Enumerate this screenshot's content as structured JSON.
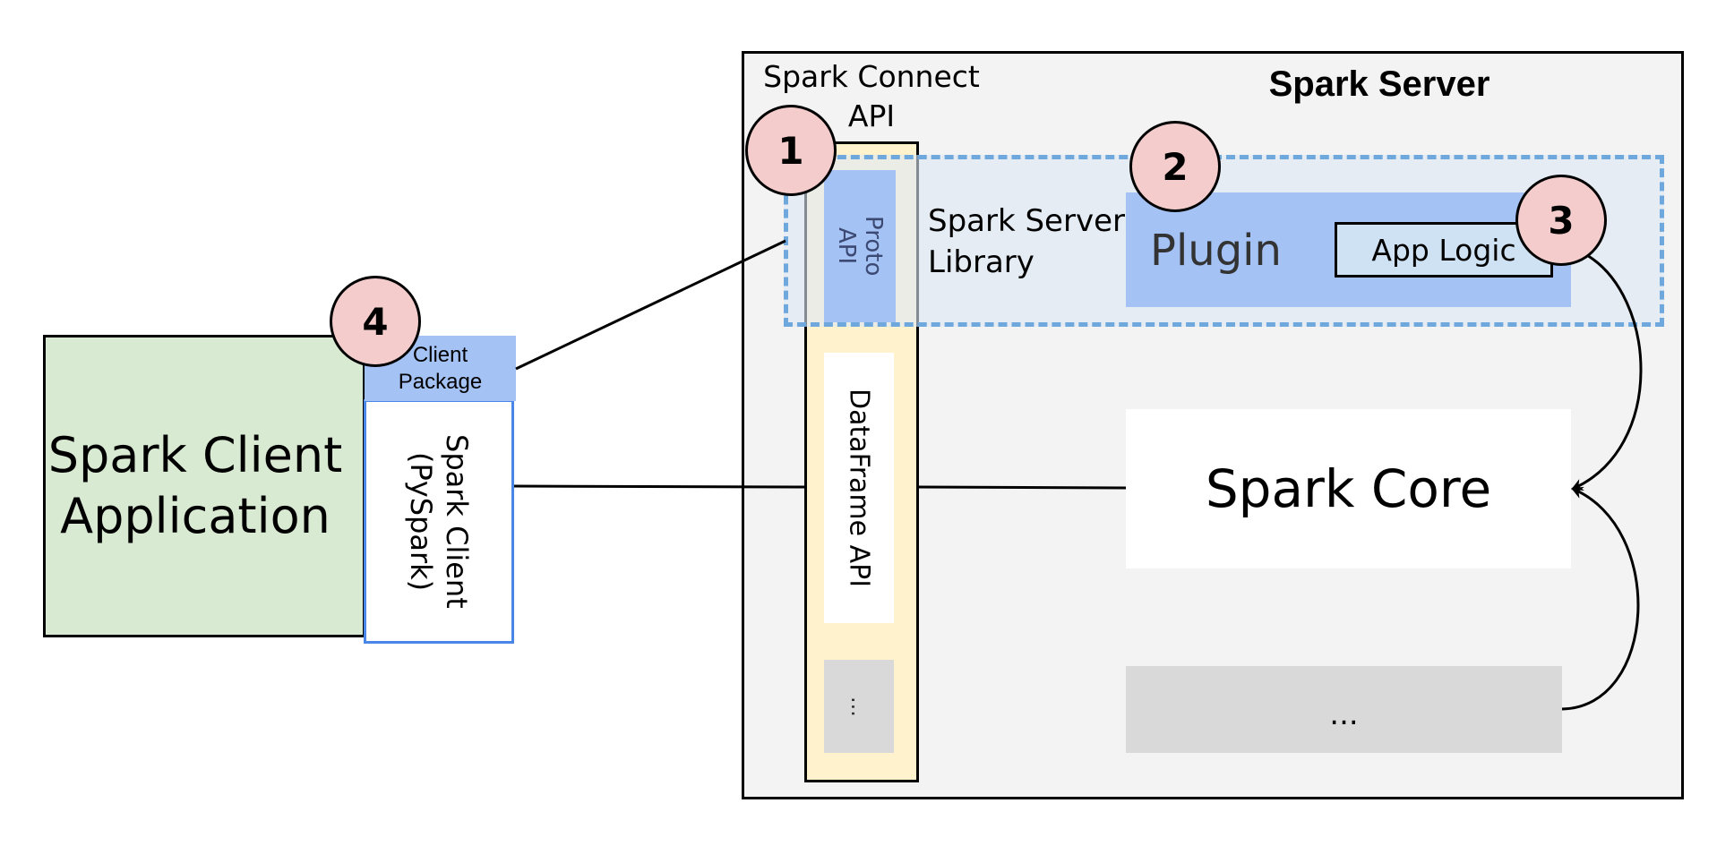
{
  "server": {
    "title": "Spark Server",
    "connect_api_label": "Spark Connect\nAPI",
    "proto_api": "Proto\nAPI",
    "server_library": "Spark Server\nLibrary",
    "plugin": "Plugin",
    "app_logic": "App Logic",
    "dataframe_api": "DataFrame API",
    "column_ellipsis": "...",
    "spark_core": "Spark Core",
    "bottom_ellipsis": "..."
  },
  "client": {
    "application": "Spark Client\nApplication",
    "package": "Client\nPackage",
    "spark_client": "Spark Client\n(PySpark)"
  },
  "badges": [
    "1",
    "2",
    "3",
    "4"
  ],
  "colors": {
    "server_bg": "#f3f3f3",
    "api_column": "#fff2cc",
    "proto_fill": "#a4c2f4",
    "library_region": "#e8eef5",
    "library_border": "#6fa8dc",
    "plugin_fill": "#a4c2f4",
    "app_logic_fill": "#cfe2f3",
    "ellipsis_fill": "#d9d9d9",
    "client_app_fill": "#d9ead3",
    "client_border": "#4a86e8",
    "badge_fill": "#f4cccc"
  }
}
